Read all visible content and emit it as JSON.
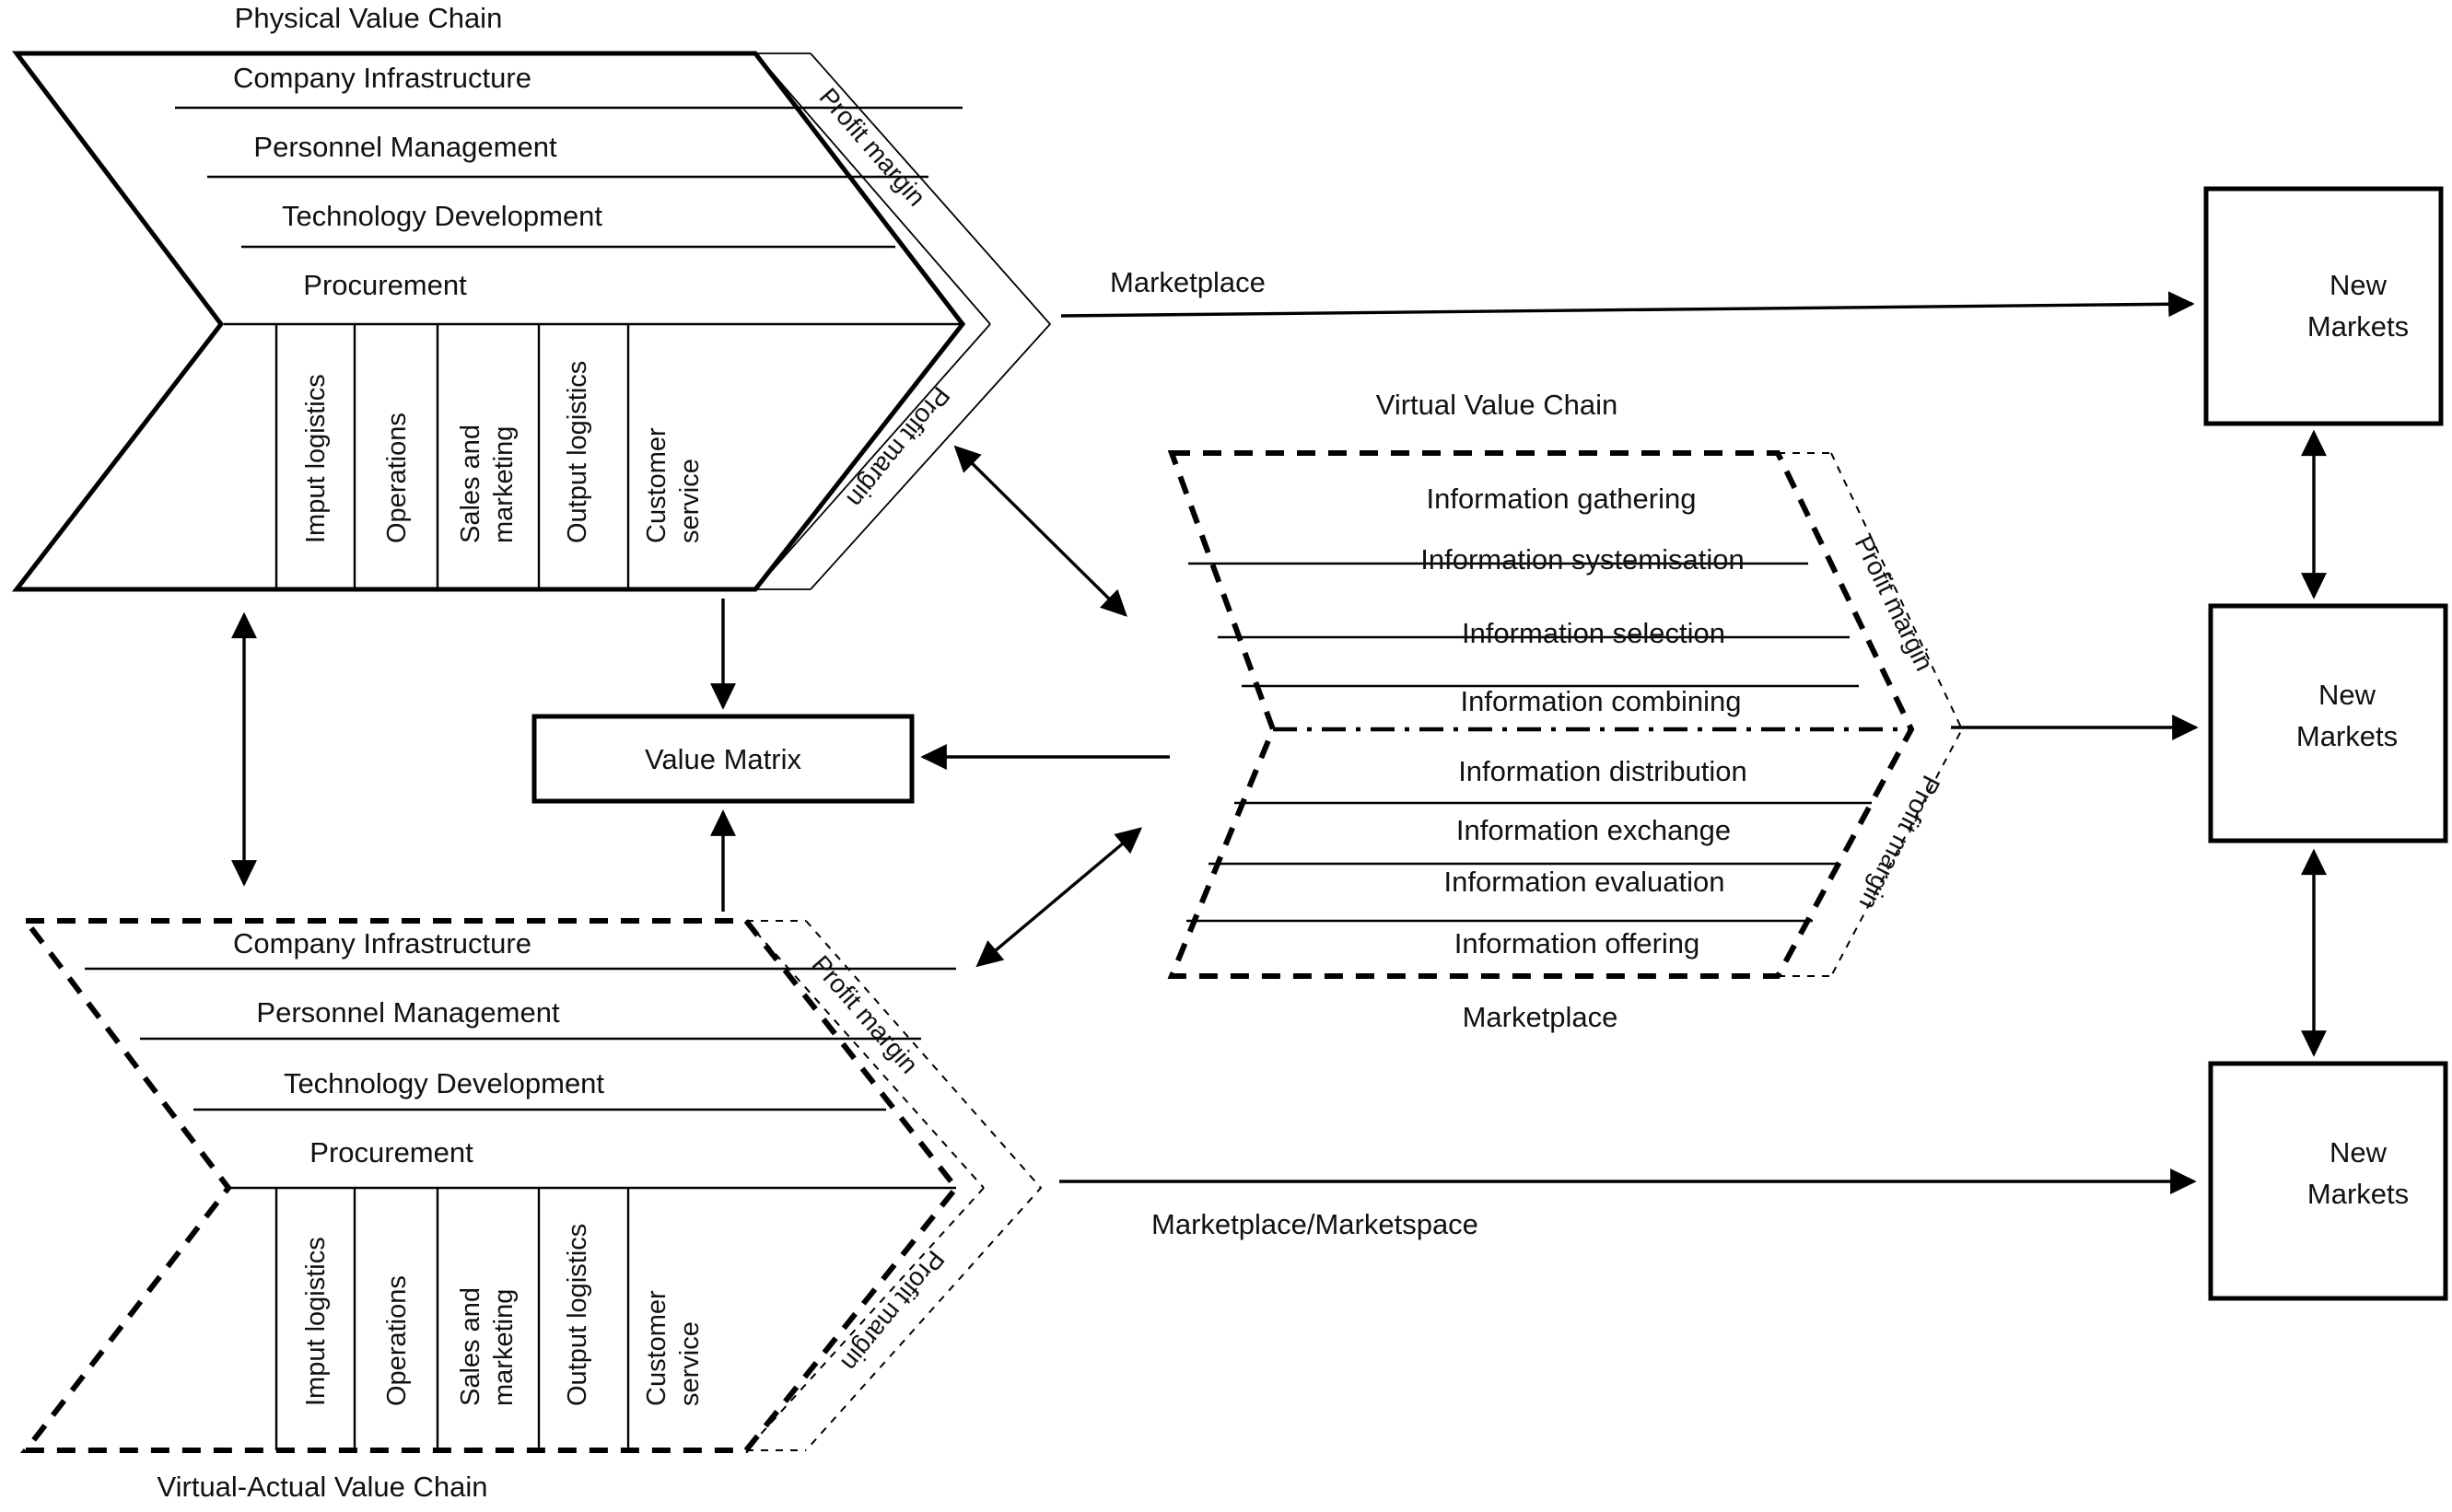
{
  "diagram": {
    "title_physical": "Physical Value Chain",
    "title_virtual": "Virtual Value Chain",
    "title_virtual_actual": "Virtual-Actual Value Chain",
    "marketplace_label_virtual": "Marketplace"
  },
  "physical_chain": {
    "title": "Physical Value Chain",
    "support_rows": [
      "Company Infrastructure",
      "Personnel Management",
      "Technology Development",
      "Procurement"
    ],
    "primary_columns": [
      "Imput logistics",
      "Operations",
      "Sales and\nmarketing",
      "Output logistics",
      "Customer\nservice"
    ],
    "profit_margin_top": "Profit margin",
    "profit_margin_bottom": "Profit margin"
  },
  "virtual_actual_chain": {
    "title": "Virtual-Actual Value Chain",
    "support_rows": [
      "Company Infrastructure",
      "Personnel Management",
      "Technology Development",
      "Procurement"
    ],
    "primary_columns": [
      "Imput logistics",
      "Operations",
      "Sales and\nmarketing",
      "Output logistics",
      "Customer\nservice"
    ],
    "profit_margin_top": "Profit margin",
    "profit_margin_bottom": "Profit margin"
  },
  "virtual_chain": {
    "title": "Virtual Value Chain",
    "footer": "Marketplace",
    "upper_rows": [
      "Information gathering",
      "Information systemisation",
      "Information selection",
      "Information combining"
    ],
    "lower_rows": [
      "Information distribution",
      "Information exchange",
      "Information evaluation",
      "Information offering"
    ],
    "profit_margin_top": "Profit margin",
    "profit_margin_bottom": "Profit margin"
  },
  "value_matrix": {
    "label": "Value Matrix"
  },
  "new_markets": [
    {
      "line1": "New",
      "line2": "Markets"
    },
    {
      "line1": "New",
      "line2": "Markets"
    },
    {
      "line1": "New",
      "line2": "Markets"
    }
  ],
  "connectors": {
    "marketplace_top": "Marketplace",
    "marketplace_bottom": "Marketplace/Marketspace"
  },
  "colors": {
    "stroke": "#000000",
    "background": "#ffffff",
    "text": "#111111"
  }
}
